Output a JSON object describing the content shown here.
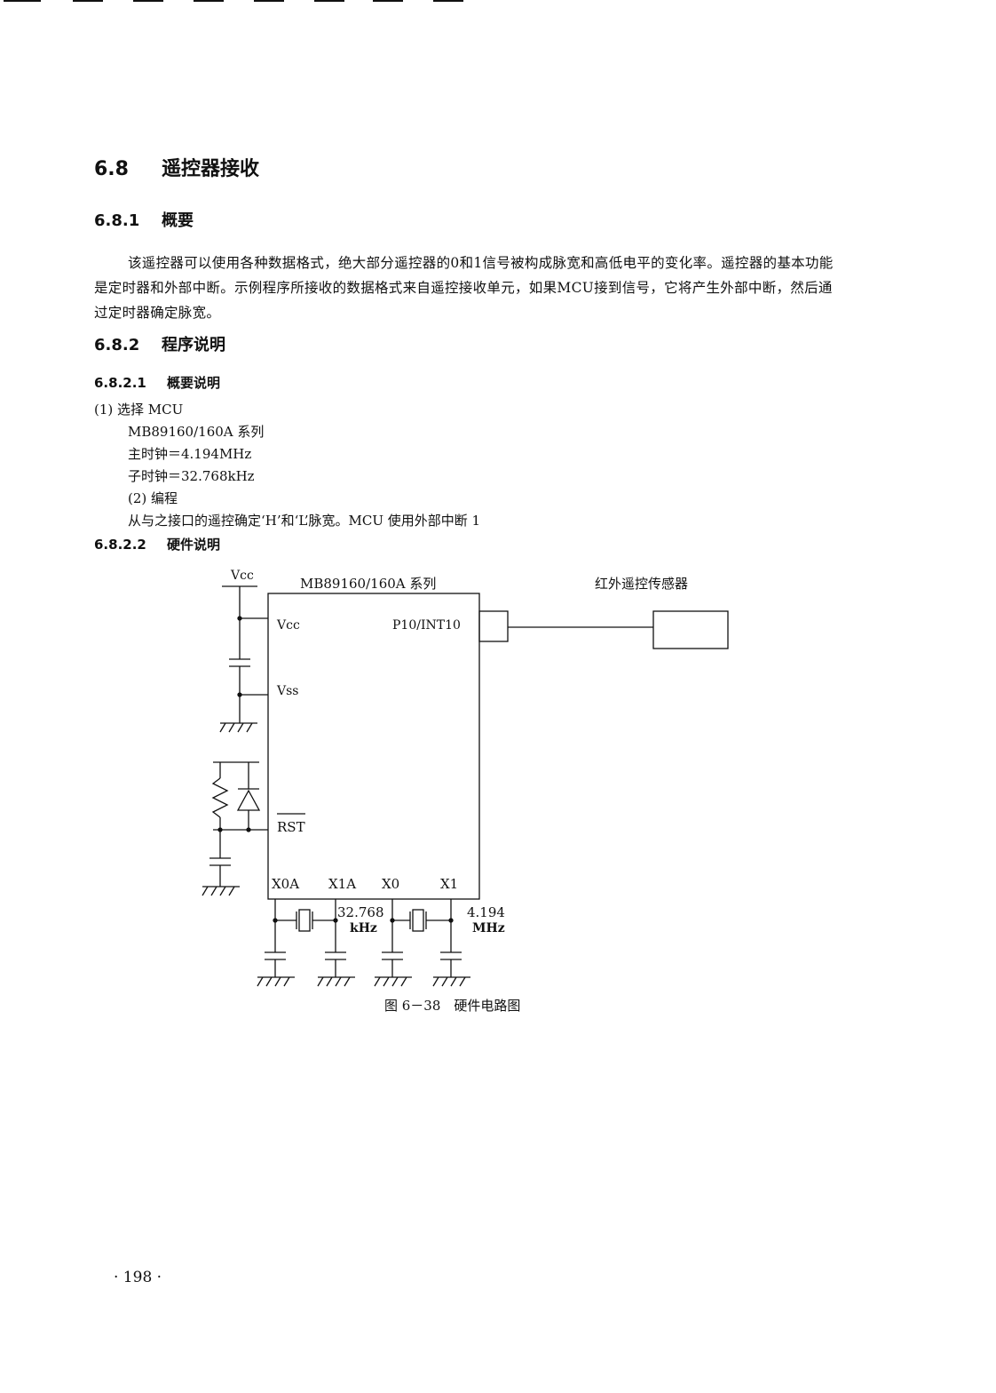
{
  "section": {
    "number": "6.8",
    "title": "遥控器接收"
  },
  "overview": {
    "number": "6.8.1",
    "title": "概要",
    "paragraph": "该遥控器可以使用各种数据格式，绝大部分遥控器的0和1信号被构成脉宽和高低电平的变化率。遥控器的基本功能是定时器和外部中断。示例程序所接收的数据格式来自遥控接收单元，如果MCU接到信号，它将产生外部中断，然后通过定时器确定脉宽。"
  },
  "program": {
    "number": "6.8.2",
    "title": "程序说明"
  },
  "summary": {
    "number": "6.8.2.1",
    "title": "概要说明",
    "lines": [
      "(1) 选择 MCU",
      "MB89160/160A 系列",
      "主时钟＝4.194MHz",
      "子时钟＝32.768kHz",
      "(2) 编程",
      "从与之接口的遥控确定‘H’和‘L’脉宽。MCU 使用外部中断 1"
    ]
  },
  "hardware": {
    "number": "6.8.2.2",
    "title": "硬件说明"
  },
  "figure": {
    "vcc_top": "Vcc",
    "mcu_title": "MB89160/160A 系列",
    "sensor_title": "红外遥控传感器",
    "pin_vcc": "Vcc",
    "pin_vss": "Vss",
    "pin_rst": "RST",
    "pin_port": "P10/INT10",
    "pin_x0a": "X0A",
    "pin_x1a": "X1A",
    "pin_x0": "X0",
    "pin_x1": "X1",
    "crystal_sub_value": "32.768",
    "crystal_sub_unit": "kHz",
    "crystal_main_value": "4.194",
    "crystal_main_unit": "MHz",
    "caption": "图 6－38　硬件电路图"
  },
  "page_number": "· 198 ·"
}
